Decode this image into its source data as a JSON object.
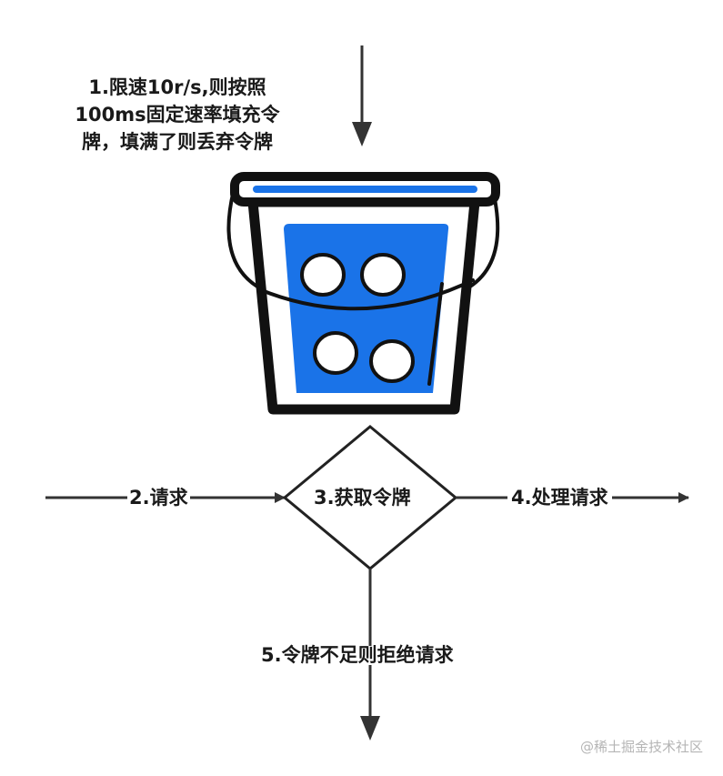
{
  "note": {
    "lines": [
      "1.限速10r/s,则按照",
      "100ms固定速率填充令",
      "牌，填满了则丢弃令牌"
    ]
  },
  "labels": {
    "request": "2.请求",
    "acquire": "3.获取令牌",
    "process": "4.处理请求",
    "reject": "5.令牌不足则拒绝请求"
  },
  "bucket": {
    "token_count": 4,
    "fill_color": "#1a73e8",
    "outline_color": "#111111"
  },
  "watermark": "@稀土掘金技术社区"
}
